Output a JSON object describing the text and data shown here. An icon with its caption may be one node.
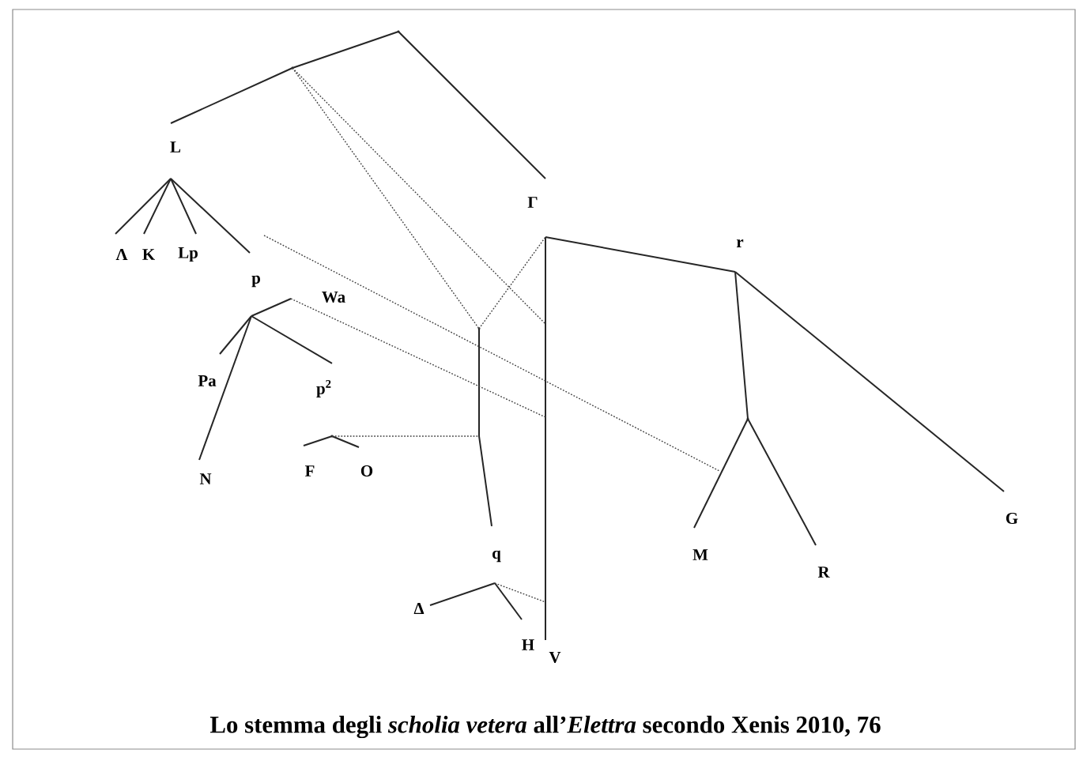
{
  "diagram": {
    "caption": "Lo stemma degli *scholia vetera* all’*Elettra* secondo Xenis 2010, 76",
    "nodes": [
      {
        "text": [
          "L"
        ]
      },
      {
        "text": [
          "Λ"
        ]
      },
      {
        "text": [
          "K"
        ]
      },
      {
        "text": [
          "Lp"
        ]
      },
      {
        "text": [
          "p"
        ]
      },
      {
        "text": [
          "Wa"
        ]
      },
      {
        "text": [
          "Pa"
        ]
      },
      {
        "text": [
          "p$^{2}$"
        ]
      },
      {
        "text": [
          "N"
        ]
      },
      {
        "text": [
          "F"
        ]
      },
      {
        "text": [
          "O"
        ]
      },
      {
        "text": [
          "Γ"
        ]
      },
      {
        "text": [
          "r"
        ]
      },
      {
        "text": [
          "M"
        ]
      },
      {
        "text": [
          "R"
        ]
      },
      {
        "text": [
          "G"
        ]
      },
      {
        "text": [
          "q"
        ]
      },
      {
        "text": [
          "Δ"
        ]
      },
      {
        "text": [
          "H"
        ]
      },
      {
        "text": [
          "V"
        ]
      },
      {
        "text": [],
        "shape": "point"
      },
      {
        "text": [],
        "shape": "point"
      },
      {
        "text": [],
        "shape": "point"
      },
      {
        "text": [],
        "shape": "point"
      },
      {
        "text": [],
        "shape": "point"
      }
    ],
    "edges": [
      {
        "from": 20,
        "to": 21,
        "arrow": "none"
      },
      {
        "from": 20,
        "to": 11,
        "arrow": "none"
      },
      {
        "from": 21,
        "to": 0,
        "arrow": "none"
      },
      {
        "from": 0,
        "to": 1,
        "arrow": "none"
      },
      {
        "from": 0,
        "to": 2,
        "arrow": "none"
      },
      {
        "from": 0,
        "to": 3,
        "arrow": "none"
      },
      {
        "from": 0,
        "to": 4,
        "arrow": "none"
      },
      {
        "from": 4,
        "to": 5,
        "arrow": "none"
      },
      {
        "from": 4,
        "to": 6,
        "arrow": "none"
      },
      {
        "from": 4,
        "to": 7,
        "arrow": "none"
      },
      {
        "from": 4,
        "to": 8,
        "arrow": "none"
      },
      {
        "from": 24,
        "to": 9,
        "arrow": "none"
      },
      {
        "from": 24,
        "to": 10,
        "arrow": "none"
      },
      {
        "from": 11,
        "to": 12,
        "arrow": "none"
      },
      {
        "from": 11,
        "to": 19,
        "arrow": "none"
      },
      {
        "from": 12,
        "to": 23,
        "arrow": "none"
      },
      {
        "from": 12,
        "to": 15,
        "arrow": "none"
      },
      {
        "from": 23,
        "to": 13,
        "arrow": "none"
      },
      {
        "from": 23,
        "to": 14,
        "arrow": "none"
      },
      {
        "from": 22,
        "to": 16,
        "arrow": "none"
      },
      {
        "from": 16,
        "to": 17,
        "arrow": "none"
      },
      {
        "from": 16,
        "to": 18,
        "arrow": "none"
      },
      {
        "from": 21,
        "to": 22,
        "arrow": "none",
        "style": "dashed"
      },
      {
        "from": 21,
        "to": null,
        "arrow": "none",
        "style": "dashed"
      },
      {
        "from": 22,
        "to": 11,
        "arrow": "none",
        "style": "dashed"
      },
      {
        "from": 4,
        "to": null,
        "arrow": "none",
        "style": "dashed"
      },
      {
        "from": 5,
        "to": null,
        "arrow": "none",
        "style": "dashed"
      },
      {
        "from": 24,
        "to": null,
        "arrow": "none",
        "style": "dashed"
      },
      {
        "from": 16,
        "to": null,
        "arrow": "none",
        "style": "dashed"
      }
    ]
  }
}
